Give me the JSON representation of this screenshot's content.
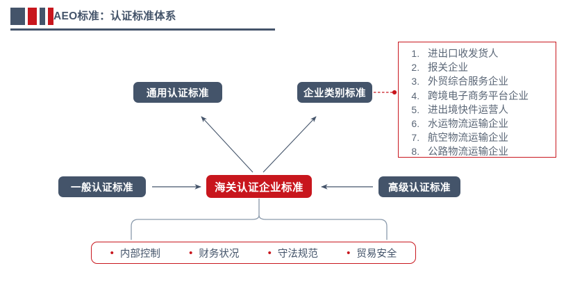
{
  "header": {
    "title": "AEO标准：认证标准体系",
    "accent_blue": "#44546a",
    "accent_red": "#c8161d",
    "bars": [
      "blue",
      "red",
      "blue",
      "red"
    ]
  },
  "nodes": {
    "general_standard": "通用认证标准",
    "category_standard": "企业类别标准",
    "basic_standard": "一般认证标准",
    "advanced_standard": "高级认证标准",
    "customs_standard": "海关认证企业标准"
  },
  "enterprise_list": {
    "items": [
      "进出口收发货人",
      "报关企业",
      "外贸综合服务企业",
      "跨境电子商务平台企业",
      "进出境快件运营人",
      "水运物流运输企业",
      "航空物流运输企业",
      "公路物流运输企业"
    ],
    "border_color": "#c8161d",
    "text_color": "#5a6676"
  },
  "criteria": {
    "bullet": "•",
    "items": [
      "内部控制",
      "财务状况",
      "守法规范",
      "贸易安全"
    ],
    "border_color": "#c8161d",
    "text_color": "#44546a"
  },
  "colors": {
    "blue": "#44546a",
    "red": "#c8161d",
    "connector": "#44546a",
    "brace": "#8a9aac"
  }
}
